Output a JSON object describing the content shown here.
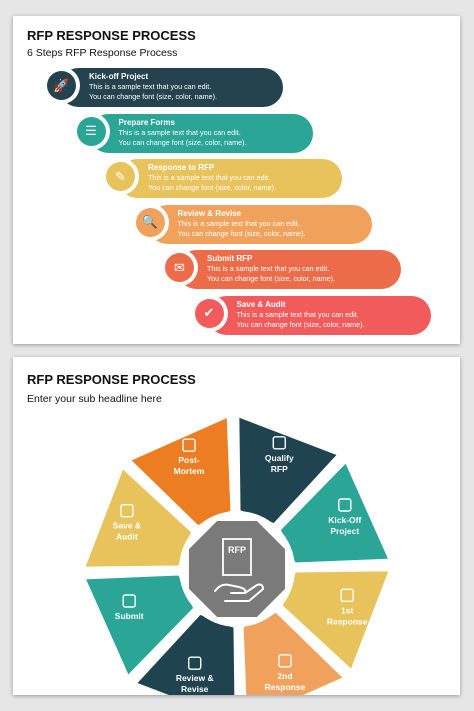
{
  "slide1": {
    "title": "RFP RESPONSE PROCESS",
    "subtitle": "6 Steps RFP Response Process",
    "steps": [
      {
        "title": "Kick-off Project",
        "line1": "This is a sample text that you can edit.",
        "line2": "You can change font (size, color, name).",
        "color": "#24434f",
        "icon": "rocket-icon",
        "glyph": "🚀"
      },
      {
        "title": "Prepare Forms",
        "line1": "This is a sample text that you can edit.",
        "line2": "You can change font (size, color, name).",
        "color": "#2aa596",
        "icon": "form-icon",
        "glyph": "☰"
      },
      {
        "title": "Response to RFP",
        "line1": "This is a sample text that you can edit.",
        "line2": "You can change font (size, color, name).",
        "color": "#e8c25a",
        "icon": "person-pen-icon",
        "glyph": "✎"
      },
      {
        "title": "Review & Revise",
        "line1": "This is a sample text that you can edit.",
        "line2": "You can change font (size, color, name).",
        "color": "#f0a25d",
        "icon": "document-search-icon",
        "glyph": "🔍"
      },
      {
        "title": "Submit RFP",
        "line1": "This is a sample text that you can edit.",
        "line2": "You can change font (size, color, name).",
        "color": "#ec6c4a",
        "icon": "submit-document-icon",
        "glyph": "✉"
      },
      {
        "title": "Save & Audit",
        "line1": "This is a sample text that you can edit.",
        "line2": "You can change font (size, color, name).",
        "color": "#f25b5b",
        "icon": "audit-document-icon",
        "glyph": "✔"
      }
    ]
  },
  "slide2": {
    "title": "RFP RESPONSE PROCESS",
    "subtitle": "Enter your sub headline here",
    "center_label": "RFP",
    "segments": [
      {
        "l1": "Qualify",
        "l2": "RFP",
        "color": "#1f4450",
        "icon": "clipboard-icon"
      },
      {
        "l1": "Kick-Off",
        "l2": "Project",
        "color": "#2aa596",
        "icon": "rocket-icon"
      },
      {
        "l1": "1st",
        "l2": "Response",
        "color": "#e8c25a",
        "icon": "chat-icon"
      },
      {
        "l1": "2nd",
        "l2": "Response",
        "color": "#f0a25d",
        "icon": "person-pen-icon"
      },
      {
        "l1": "Review &",
        "l2": "Revise",
        "color": "#1f4450",
        "icon": "document-search-icon"
      },
      {
        "l1": "Submit",
        "l2": "",
        "color": "#2aa596",
        "icon": "submit-document-icon"
      },
      {
        "l1": "Save &",
        "l2": "Audit",
        "color": "#e8c25a",
        "icon": "audit-document-icon"
      },
      {
        "l1": "Post-",
        "l2": "Mortem",
        "color": "#ec7d22",
        "icon": "team-icon"
      }
    ]
  }
}
